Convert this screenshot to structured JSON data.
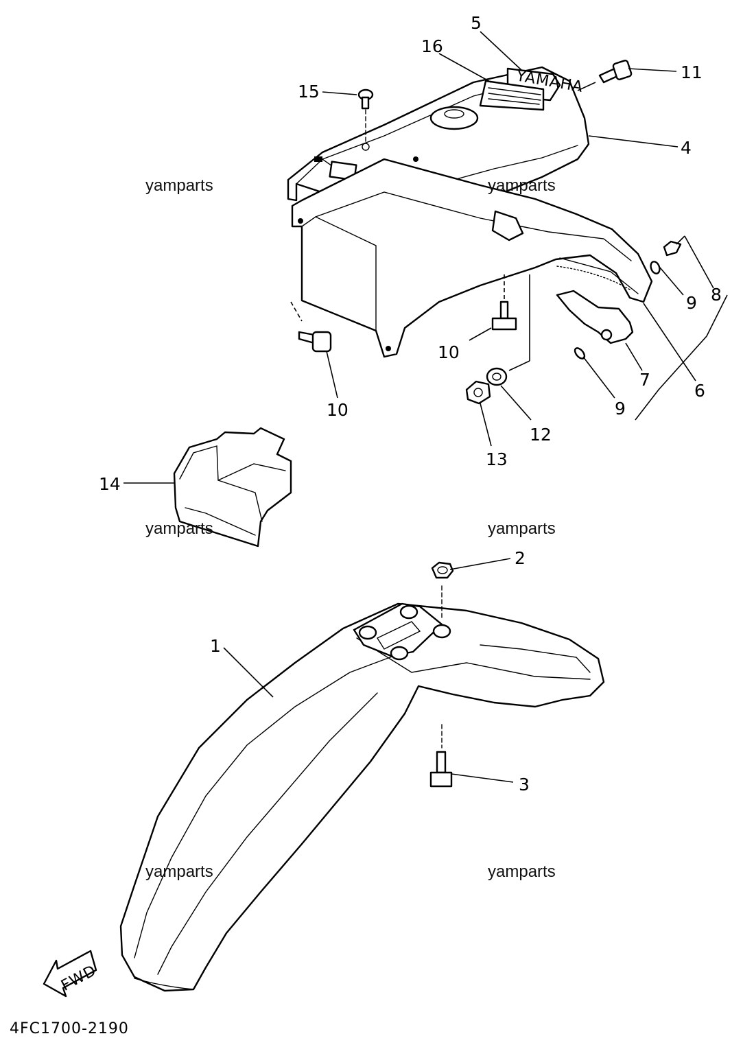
{
  "diagram": {
    "callouts": [
      {
        "id": "1",
        "label": "1"
      },
      {
        "id": "2",
        "label": "2"
      },
      {
        "id": "3",
        "label": "3"
      },
      {
        "id": "4",
        "label": "4"
      },
      {
        "id": "5",
        "label": "5"
      },
      {
        "id": "6",
        "label": "6"
      },
      {
        "id": "7",
        "label": "7"
      },
      {
        "id": "8",
        "label": "8"
      },
      {
        "id": "9a",
        "label": "9"
      },
      {
        "id": "9b",
        "label": "9"
      },
      {
        "id": "10a",
        "label": "10"
      },
      {
        "id": "10b",
        "label": "10"
      },
      {
        "id": "11",
        "label": "11"
      },
      {
        "id": "12",
        "label": "12"
      },
      {
        "id": "13",
        "label": "13"
      },
      {
        "id": "14",
        "label": "14"
      },
      {
        "id": "15",
        "label": "15"
      },
      {
        "id": "16",
        "label": "16"
      }
    ],
    "watermarks": [
      "yamparts",
      "yamparts",
      "yamparts",
      "yamparts",
      "yamparts",
      "yamparts"
    ],
    "fwd_arrow_label": "FWD",
    "emblem_text": "YAMAHA",
    "diagram_code": "4FC1700-2190"
  }
}
